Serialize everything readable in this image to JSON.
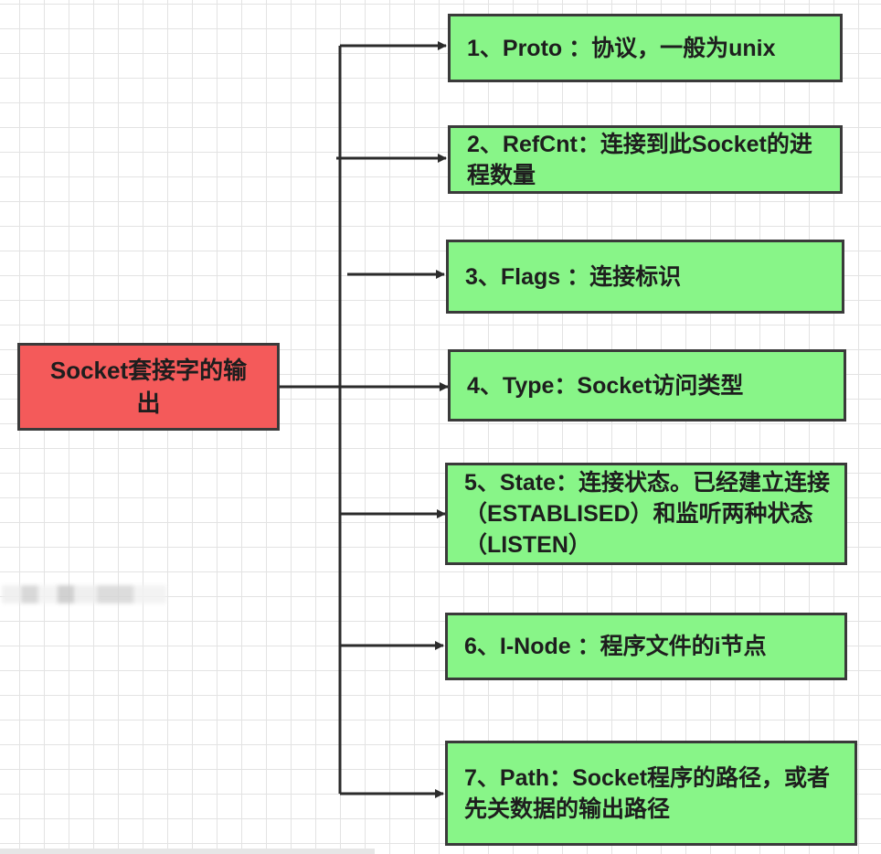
{
  "root": {
    "text": "Socket套接字的输出"
  },
  "items": [
    {
      "text": "1、Proto ：协议，一般为unix"
    },
    {
      "text": "2、RefCnt：连接到此Socket的进程数量"
    },
    {
      "text": "3、Flags ：连接标识"
    },
    {
      "text": "4、Type：Socket访问类型"
    },
    {
      "text": "5、State：连接状态。已经建立连接（ESTABLISED）和监听两种状态（LISTEN）"
    },
    {
      "text": "6、I-Node ：程序文件的i节点"
    },
    {
      "text": "7、Path：Socket程序的路径，或者先关数据的输出路径"
    }
  ],
  "colors": {
    "root_fill": "#f45a5a",
    "leaf_fill": "#88f588",
    "border": "#3a3a3a",
    "connector": "#2b2b2b"
  }
}
